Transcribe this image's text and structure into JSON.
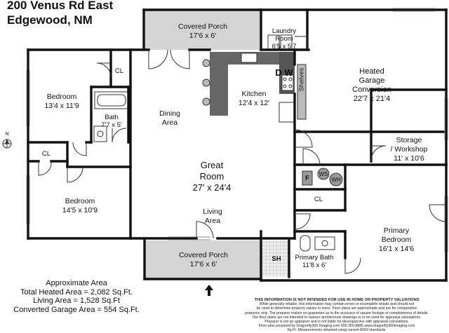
{
  "header": {
    "address_line1": "200 Venus Rd East",
    "address_line2": "Edgewood, NM"
  },
  "rooms": {
    "covered_porch_top": {
      "name": "Covered Porch",
      "dims": "17'6 x 6'"
    },
    "laundry": {
      "name": "Laundry\nRoom",
      "dims": "6'5 x 5'7",
      "tag": "D W"
    },
    "heated_garage": {
      "name": "Heated\nGarage\nConversion",
      "dims": "22'7 x 21'4"
    },
    "bedroom1": {
      "name": "Bedroom",
      "dims": "13'4 x 11'9"
    },
    "dining": {
      "name": "Dining\nArea"
    },
    "kitchen": {
      "name": "Kitchen",
      "dims": "12'4 x 12'"
    },
    "shelves": {
      "name": "Shelves"
    },
    "storage": {
      "name": "Storage\n/ Workshop",
      "dims": "11' x 10'6"
    },
    "bath": {
      "name": "Bath",
      "dims": "7'7 x 5'"
    },
    "great_room": {
      "name": "Great\nRoom",
      "dims": "27' x 24'4"
    },
    "living": {
      "name": "Living\nArea"
    },
    "closet_a": {
      "name": "CL"
    },
    "closet_b": {
      "name": "CL"
    },
    "closet_c": {
      "name": "CL"
    },
    "bedroom2": {
      "name": "Bedroom",
      "dims": "14'5 x 10'9"
    },
    "primary_bedroom": {
      "name": "Primary\nBedroom",
      "dims": "16'1 x 14'6"
    },
    "covered_porch_bottom": {
      "name": "Covered Porch",
      "dims": "17'6 x 6'"
    },
    "primary_bath": {
      "name": "Primary Bath",
      "dims": "11'8 x 6'"
    },
    "shower": {
      "name": "SH"
    },
    "utility": {
      "furnace": "F",
      "water_softener": "WS",
      "water_heater": "WH"
    }
  },
  "compass": {
    "north": "N"
  },
  "area_summary": {
    "title": "Approximate Area",
    "total": "Total Heated Area = 2,082 Sq.Ft.",
    "living": "Living Area = 1,528 Sq.Ft",
    "garage": "Converted Garage Area = 554 Sq.Ft."
  },
  "disclaimer": {
    "line1": "THIS INFORMATION IS NOT INTENDED FOR USE IN HOME OR PROPERTY VALUATIONS",
    "line2": "While generally reliable, this information may contain errors or incomplete details and should not",
    "line3": "be used to determine property values or sizes. Floor plans are approximate and are for comparative",
    "line4": "purposes only. The preparer makes no guarantee as to the accuracy of square footage or completeness of details.",
    "line5": "Our floor plans are not intended to replace architectural drawings or to be used for appraisal calculations.",
    "line6": "Preparer is not an appraiser and is not liable for discrepancies with appraisal calculations.",
    "line7": "Floor plan prepared by Dragonfly360 Imaging.com 505-359-8885  www.dragonfly360imaging.com",
    "line8": "Sq.Ft. Measurements obtained using current ANSI standards."
  }
}
